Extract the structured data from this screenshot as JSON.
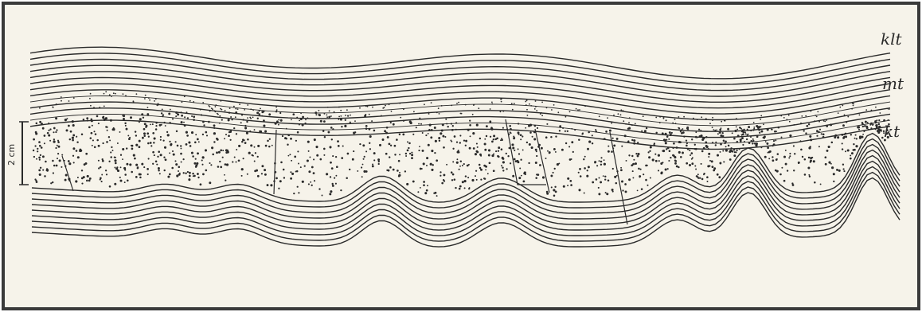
{
  "labels": {
    "upper_layer": "klt",
    "middle_layer": "mt",
    "lower_layer": "kt",
    "scale": "2 cm"
  },
  "colors": {
    "paper": "#f6f3ea",
    "ink": "#2a2a2a",
    "border": "#3a3a3a"
  }
}
